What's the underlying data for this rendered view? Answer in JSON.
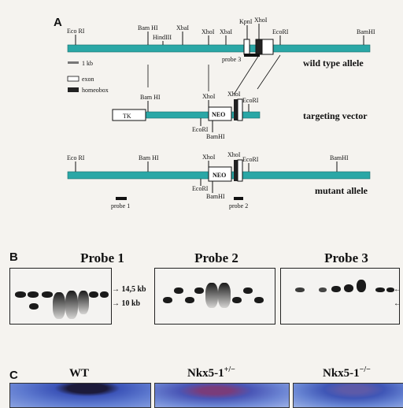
{
  "panel_a": {
    "letter": "A",
    "wild_type": {
      "label": "wild type allele",
      "sites": [
        "Eco RI",
        "Bam HI",
        "HindIII",
        "XbaI",
        "XhoI",
        "XbaI",
        "KpnI",
        "XhoI",
        "EcoRI",
        "BamHI"
      ],
      "probe": "probe 3"
    },
    "legend": {
      "scale": "1 kb",
      "exon": "exon",
      "homeobox": "homeobox"
    },
    "targeting_vector": {
      "label": "targeting vector",
      "tk": "TK",
      "neo": "NEO",
      "sites_above": [
        "Bam HI",
        "XhoI",
        "XhoI",
        "EcoRI"
      ],
      "sites_below": [
        "EcoRI",
        "BamHI"
      ]
    },
    "mutant": {
      "label": "mutant allele",
      "neo": "NEO",
      "sites_above": [
        "Eco RI",
        "Bam HI",
        "XhoI",
        "XhoI",
        "EcoRI",
        "BamHI"
      ],
      "sites_below": [
        "EcoRI",
        "BamHI"
      ],
      "probe1": "probe 1",
      "probe2": "probe 2"
    }
  },
  "panel_b": {
    "letter": "B",
    "titles": [
      "Probe 1",
      "Probe 2",
      "Probe 3"
    ],
    "size_upper": "14,5 kb",
    "size_lower": "10 kb"
  },
  "panel_c": {
    "letter": "C",
    "wt": "WT",
    "het_base": "Nkx5-1",
    "het_sup": "+/−",
    "ko_base": "Nkx5-1",
    "ko_sup": "−/−"
  },
  "colors": {
    "chromosome": "#2aa7a6",
    "homeobox": "#222222",
    "exon": "#ffffff",
    "embryo": "#3a4fb0"
  }
}
